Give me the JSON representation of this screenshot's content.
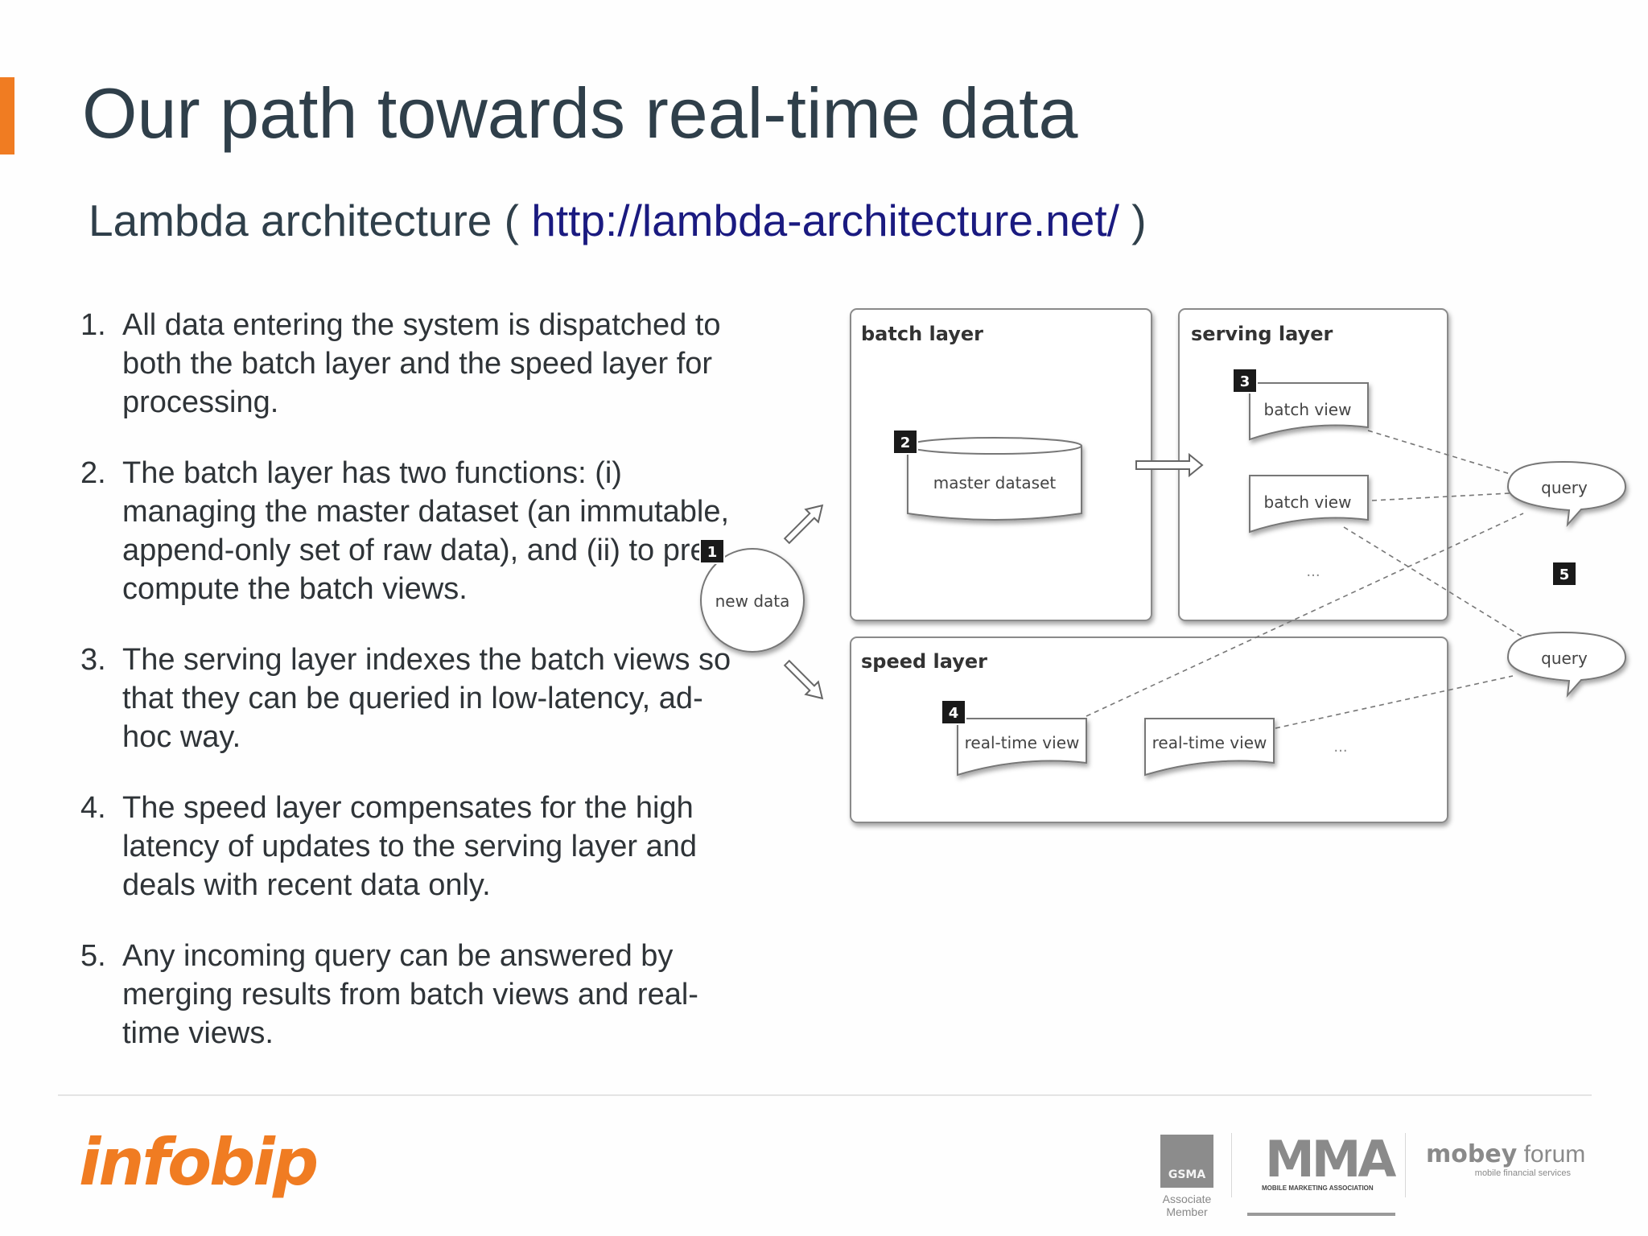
{
  "title": "Our path towards real-time data",
  "subtitle": {
    "prefix": "Lambda architecture (",
    "link": "http://lambda-architecture.net/",
    "suffix": ")"
  },
  "points": [
    {
      "num": "1.",
      "text": "All data entering the system is dispatched to both the batch layer and the speed layer for processing."
    },
    {
      "num": "2.",
      "text": "The batch layer has two functions: (i) managing the master dataset (an immutable, append-only set of raw data), and (ii) to pre-compute the batch views."
    },
    {
      "num": "3.",
      "text": "The serving layer indexes the batch views so that they can be queried in low-latency, ad-hoc way."
    },
    {
      "num": "4.",
      "text": "The speed layer compensates for the high latency of updates to the serving layer and deals with recent data only."
    },
    {
      "num": "5.",
      "text": "Any incoming query can be answered by merging results from batch views and real-time views."
    }
  ],
  "diagram": {
    "batch_layer": "batch layer",
    "serving_layer": "serving layer",
    "speed_layer": "speed layer",
    "new_data": "new data",
    "master_dataset": "master dataset",
    "batch_view_1": "batch view",
    "batch_view_2": "batch view",
    "realtime_view_1": "real-time view",
    "realtime_view_2": "real-time view",
    "query_1": "query",
    "query_2": "query",
    "ellipsis": "...",
    "badges": [
      "1",
      "2",
      "3",
      "4",
      "5"
    ]
  },
  "footer": {
    "infobip": "infobip",
    "gsma": "GSMA",
    "gsma_caption": "Associate Member",
    "mma": "MMA",
    "mma_caption": "MOBILE MARKETING ASSOCIATION",
    "mobey_bold": "mobey",
    "mobey_light": "forum",
    "mobey_caption": "mobile financial services"
  },
  "colors": {
    "accent": "#f07c22",
    "title": "#2f3f4a",
    "link": "#1a1a80"
  }
}
